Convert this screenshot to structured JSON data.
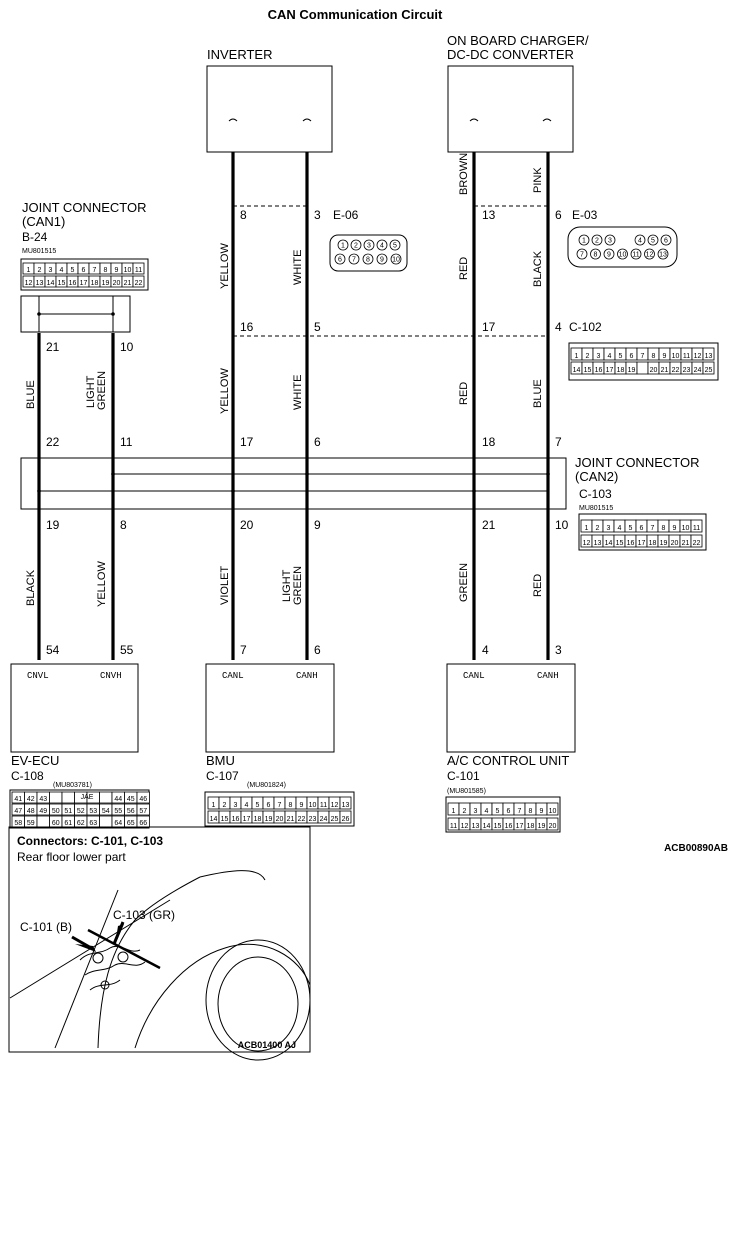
{
  "title": "CAN Communication Circuit",
  "figure_code": "ACB00890AB",
  "top_modules": {
    "inverter": "INVERTER",
    "charger_line1": "ON BOARD CHARGER/",
    "charger_line2": "DC-DC CONVERTER"
  },
  "joint_can1": {
    "title_line1": "JOINT CONNECTOR",
    "title_line2": "(CAN1)",
    "id": "B-24",
    "part": "MU801515"
  },
  "joint_can2": {
    "title_line1": "JOINT CONNECTOR",
    "title_line2": "(CAN2)",
    "id": "C-103",
    "part": "MU801515"
  },
  "connectors": {
    "e06": "E-06",
    "e03": "E-03",
    "c102": "C-102"
  },
  "wires": {
    "w1": {
      "pin_a": "21",
      "pin_b": "22",
      "pin_c": "19",
      "pin_d": "54",
      "color_upper": "BLUE",
      "color_lower": "BLACK"
    },
    "w2": {
      "pin_a": "10",
      "pin_b": "11",
      "pin_c": "8",
      "pin_d": "55",
      "color_upper": "LIGHT GREEN",
      "color_upper_l1": "LIGHT",
      "color_upper_l2": "GREEN",
      "color_lower": "YELLOW"
    },
    "w3": {
      "pin_top": "8",
      "pin_a": "16",
      "pin_b": "17",
      "pin_c": "20",
      "pin_d": "7",
      "color_top": "YELLOW",
      "color_upper": "YELLOW",
      "color_lower": "VIOLET"
    },
    "w4": {
      "pin_top": "3",
      "pin_a": "5",
      "pin_b": "6",
      "pin_c": "9",
      "pin_d": "6",
      "color_top": "WHITE",
      "color_upper": "WHITE",
      "color_lower": "LIGHT GREEN",
      "color_lower_l1": "LIGHT",
      "color_lower_l2": "GREEN"
    },
    "w5": {
      "pin_top": "13",
      "pin_a": "17",
      "pin_b": "18",
      "pin_c": "21",
      "pin_d": "4",
      "color_module": "BROWN",
      "color_top": "RED",
      "color_upper": "RED",
      "color_lower": "GREEN"
    },
    "w6": {
      "pin_top": "6",
      "pin_a": "4",
      "pin_b": "7",
      "pin_c": "10",
      "pin_d": "3",
      "color_module": "PINK",
      "color_top": "BLACK",
      "color_upper": "BLUE",
      "color_lower": "RED"
    }
  },
  "bottom_modules": {
    "ev_ecu": {
      "name": "EV-ECU",
      "id": "C-108",
      "part": "(MU803781)",
      "pin_l": "CNVL",
      "pin_h": "CNVH",
      "jae": "JAE"
    },
    "bmu": {
      "name": "BMU",
      "id": "C-107",
      "part": "(MU801824)",
      "pin_l": "CANL",
      "pin_h": "CANH"
    },
    "ac": {
      "name": "A/C CONTROL UNIT",
      "id": "C-101",
      "part": "(MU801585)",
      "pin_l": "CANL",
      "pin_h": "CANH"
    }
  },
  "connector_pins": {
    "can1_row1": [
      "1",
      "2",
      "3",
      "4",
      "5",
      "6",
      "7",
      "8",
      "9",
      "10",
      "11"
    ],
    "can1_row2": [
      "12",
      "13",
      "14",
      "15",
      "16",
      "17",
      "18",
      "19",
      "20",
      "21",
      "22"
    ],
    "e06_row1": [
      "1",
      "2",
      "3",
      "4",
      "5"
    ],
    "e06_row2": [
      "6",
      "7",
      "8",
      "9",
      "10"
    ],
    "e03_row1a": [
      "1",
      "2",
      "3"
    ],
    "e03_row1b": [
      "4",
      "5",
      "6"
    ],
    "e03_row2": [
      "7",
      "8",
      "9",
      "10",
      "11",
      "12",
      "13"
    ],
    "c102_row1": [
      "1",
      "2",
      "3",
      "4",
      "5",
      "6",
      "7",
      "8",
      "9",
      "10",
      "11",
      "12",
      "13"
    ],
    "c102_row2": [
      "14",
      "15",
      "16",
      "17",
      "18",
      "19",
      "",
      "20",
      "21",
      "22",
      "23",
      "24",
      "25"
    ],
    "c103_row1": [
      "1",
      "2",
      "3",
      "4",
      "5",
      "6",
      "7",
      "8",
      "9",
      "10",
      "11"
    ],
    "c103_row2": [
      "12",
      "13",
      "14",
      "15",
      "16",
      "17",
      "18",
      "19",
      "20",
      "21",
      "22"
    ],
    "c108_row1": [
      "41",
      "42",
      "43",
      "",
      "",
      "",
      "",
      "",
      "44",
      "45",
      "46"
    ],
    "c108_row2": [
      "47",
      "48",
      "49",
      "50",
      "51",
      "52",
      "53",
      "54",
      "55",
      "56",
      "57"
    ],
    "c108_row3": [
      "58",
      "59",
      "",
      "60",
      "61",
      "62",
      "63",
      "",
      "64",
      "65",
      "66"
    ],
    "c107_row1": [
      "1",
      "2",
      "3",
      "4",
      "5",
      "6",
      "7",
      "8",
      "9",
      "10",
      "11",
      "12",
      "13"
    ],
    "c107_row2": [
      "14",
      "15",
      "16",
      "17",
      "18",
      "19",
      "20",
      "21",
      "22",
      "23",
      "24",
      "25",
      "26"
    ],
    "c101_row1": [
      "1",
      "2",
      "3",
      "4",
      "5",
      "6",
      "7",
      "8",
      "9",
      "10"
    ],
    "c101_row2": [
      "11",
      "12",
      "13",
      "14",
      "15",
      "16",
      "17",
      "18",
      "19",
      "20"
    ]
  },
  "inset": {
    "title": "Connectors: C-101, C-103",
    "subtitle": "Rear floor lower part",
    "callout_a": "C-101 (B)",
    "callout_b": "C-103 (GR)",
    "code": "ACB01400 AJ"
  }
}
